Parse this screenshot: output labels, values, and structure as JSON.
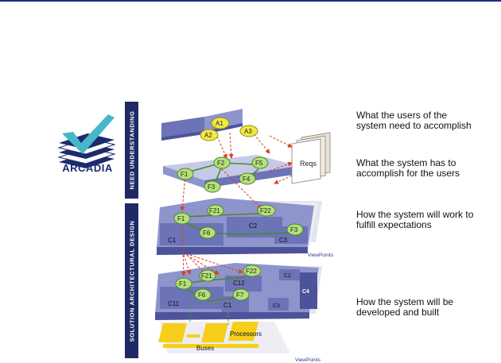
{
  "logo": {
    "text": "ARCADIA",
    "icon": "arcadia-check-logo"
  },
  "sidebar": {
    "need_label": "NEED UNDERSTANDING",
    "solution_label": "SOLUTION ARCHITECTURAL DESIGN"
  },
  "descriptions": [
    "What the users of the system need to accomplish",
    "What the system has to accomplish for the users",
    "How the system will work to fulfill expectations",
    "How the system will be developed and built"
  ],
  "diagram": {
    "reqs_label": "Reqs",
    "layer1_nodes": [
      "A1",
      "A2",
      "A3"
    ],
    "layer2_nodes": [
      "F1",
      "F2",
      "F3",
      "F4",
      "F5"
    ],
    "layer3_nodes": [
      "F1",
      "F21",
      "F22",
      "F6",
      "F3"
    ],
    "layer3_components": [
      "C1",
      "C2",
      "C3"
    ],
    "layer4_nodes": [
      "F1",
      "F21",
      "F22",
      "F6",
      "F7"
    ],
    "layer4_components": [
      "C11",
      "C12",
      "C1",
      "C2",
      "C3",
      "C4"
    ],
    "processors_label": "Processors",
    "buses_label": "Buses",
    "viewpoints_label": "ViewPoints"
  },
  "colors": {
    "plane": "#8e94cc",
    "plane_light": "#c6c9e6",
    "sidebar": "#1f2966",
    "node_yellow": "#f1e845",
    "node_green": "#b6e07a",
    "arrow": "#e23b22",
    "hardware": "#f5cf1a"
  }
}
